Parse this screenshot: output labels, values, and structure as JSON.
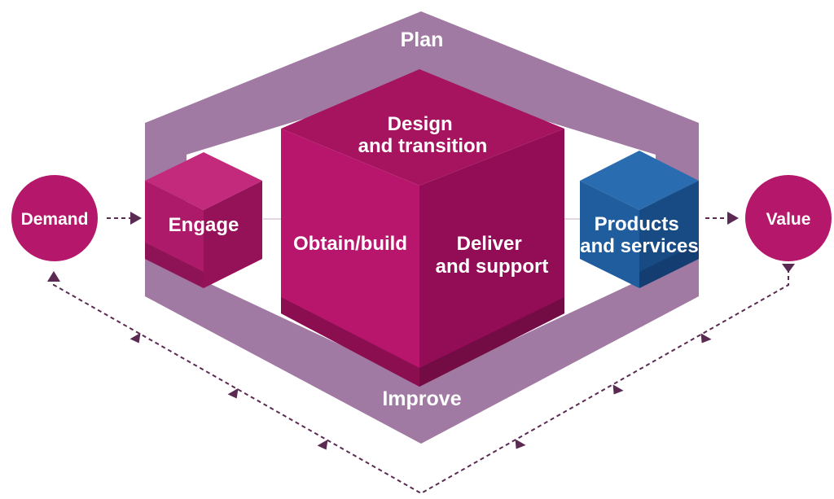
{
  "diagram": {
    "outer_frame": {
      "top_label": "Plan",
      "bottom_label": "Improve"
    },
    "nodes": {
      "demand": "Demand",
      "value": "Value",
      "engage": "Engage",
      "obtain_build": "Obtain/build",
      "design_transition": {
        "line1": "Design",
        "line2": "and transition"
      },
      "deliver_support": {
        "line1": "Deliver",
        "line2": "and support"
      },
      "products_services": {
        "line1": "Products",
        "line2": "and services"
      }
    },
    "colors": {
      "frame": "#a07aa3",
      "magenta": "#b8186e",
      "magenta_dark": "#8f1059",
      "blue": "#1f5d9e",
      "connector": "#5a2a52"
    }
  }
}
